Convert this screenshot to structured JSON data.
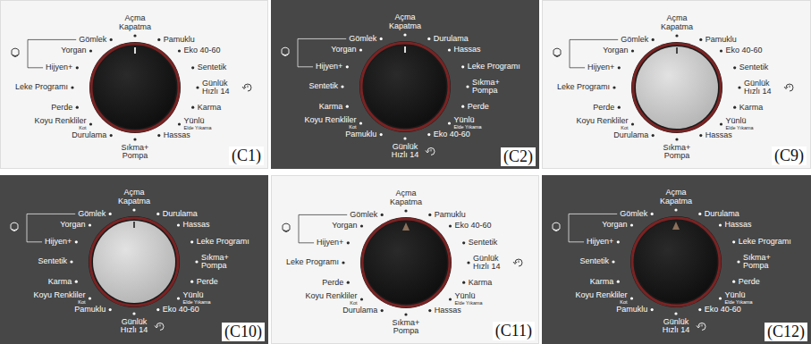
{
  "diagram": {
    "labels": [
      "Açma Kapatma",
      "Pamuklu",
      "Eko 40-60",
      "Sentetik",
      "Günlük Hızlı 14",
      "Karma",
      "Yünlü",
      "Elde Yıkama",
      "Hassas",
      "Sıkma+ Pompa",
      "Durulama",
      "Koyu Renkliler",
      "Kot",
      "Perde",
      "Leke Programı",
      "Hijyen+",
      "Yorgan",
      "Gömlek",
      "(C1)",
      "Açma Kapatma",
      "Durulama",
      "Hassas",
      "Leke Programı",
      "Sıkma+ Pompa",
      "Perde",
      "Yünlü",
      "Elde Yıkama",
      "Eko 40-60",
      "Günlük Hızlı 14",
      "Pamuklu",
      "Koyu Renkliler",
      "Kot",
      "Karma",
      "Sentetik",
      "Hijyen+",
      "Yorgan",
      "Gömlek",
      "(C2)",
      "Açma Kapatma",
      "Pamuklu",
      "Eko 40-60",
      "Sentetik",
      "Günlük Hızlı 14",
      "Karma",
      "Yünlü",
      "Elde Yıkama",
      "Hassas",
      "Sıkma+ Pompa",
      "Durulama",
      "Koyu Renkliler",
      "Kot",
      "Perde",
      "Leke Programı",
      "Hijyen+",
      "Yorgan",
      "Gömlek",
      "(C9)",
      "Açma Kapatma",
      "Durulama",
      "Hassas",
      "Leke Programı",
      "Sıkma+ Pompa",
      "Perde",
      "Yünlü",
      "Elde Yıkama",
      "Eko 40-60",
      "Günlük Hızlı 14",
      "Pamuklu",
      "Koyu Renkliler",
      "Kot",
      "Karma",
      "Sentetik",
      "Hijyen+",
      "Yorgan",
      "Gömlek",
      "(C10)",
      "Açma Kapatma",
      "Pamuklu",
      "Eko 40-60",
      "Sentetik",
      "Günlük Hızlı 14",
      "Karma",
      "Yünlü",
      "Elde Yıkama",
      "Hassas",
      "Sıkma+ Pompa",
      "Durulama",
      "Koyu Renkliler",
      "Kot",
      "Perde",
      "Leke Programı",
      "Hijyen+",
      "Yorgan",
      "Gömlek",
      "(C11)",
      "Açma Kapatma",
      "Durulama",
      "Hassas",
      "Leke Programı",
      "Sıkma+ Pompa",
      "Perde",
      "Yünlü",
      "Elde Yıkama",
      "Eko 40-60",
      "Günlük Hızlı 14",
      "Pamuklu",
      "Koyu Renkliler",
      "Kot",
      "Karma",
      "Sentetik",
      "Hijyen+",
      "Yorgan",
      "Gömlek",
      "(C12)"
    ]
  }
}
